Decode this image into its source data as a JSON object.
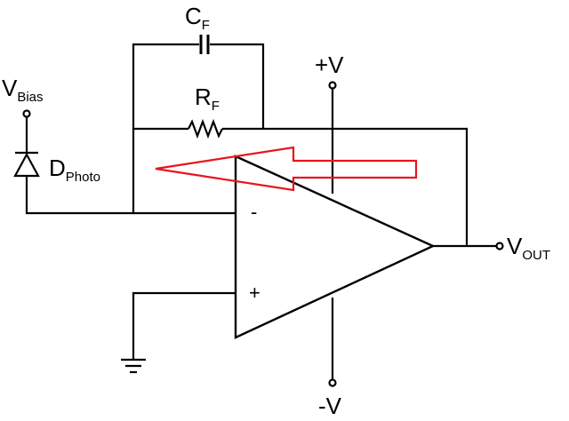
{
  "colors": {
    "wire": "#000000",
    "arrow": "#e8151d",
    "background": "#ffffff"
  },
  "labels": {
    "capacitor": {
      "main": "C",
      "sub": "F"
    },
    "resistor": {
      "main": "R",
      "sub": "F"
    },
    "bias": {
      "main": "V",
      "sub": "Bias"
    },
    "photodiode": {
      "main": "D",
      "sub": "Photo"
    },
    "output": {
      "main": "V",
      "sub": "OUT"
    },
    "pos_supply": "+V",
    "neg_supply": "-V",
    "inv_input": "-",
    "noninv_input": "+"
  }
}
